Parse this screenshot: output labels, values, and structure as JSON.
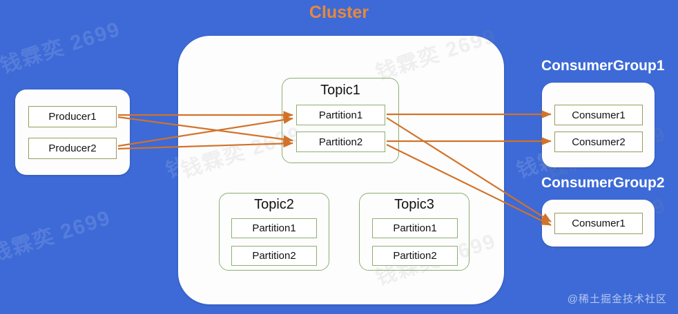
{
  "diagram": {
    "title": "Cluster",
    "title_color": "#e8883a",
    "background_color": "#3d6ad6",
    "arrow_color": "#d2722a",
    "topic_border_color": "#8cae72",
    "node_border_color": "#9a9a5c"
  },
  "producers": {
    "items": [
      {
        "label": "Producer1"
      },
      {
        "label": "Producer2"
      }
    ]
  },
  "topics": [
    {
      "name": "Topic1",
      "partitions": [
        {
          "label": "Partition1"
        },
        {
          "label": "Partition2"
        }
      ]
    },
    {
      "name": "Topic2",
      "partitions": [
        {
          "label": "Partition1"
        },
        {
          "label": "Partition2"
        }
      ]
    },
    {
      "name": "Topic3",
      "partitions": [
        {
          "label": "Partition1"
        },
        {
          "label": "Partition2"
        }
      ]
    }
  ],
  "consumer_groups": [
    {
      "title": "ConsumerGroup1",
      "consumers": [
        {
          "label": "Consumer1"
        },
        {
          "label": "Consumer2"
        }
      ]
    },
    {
      "title": "ConsumerGroup2",
      "consumers": [
        {
          "label": "Consumer1"
        }
      ]
    }
  ],
  "watermarks": {
    "tiled_text": "钱霖奕 2699",
    "credit": "@稀土掘金技术社区"
  }
}
